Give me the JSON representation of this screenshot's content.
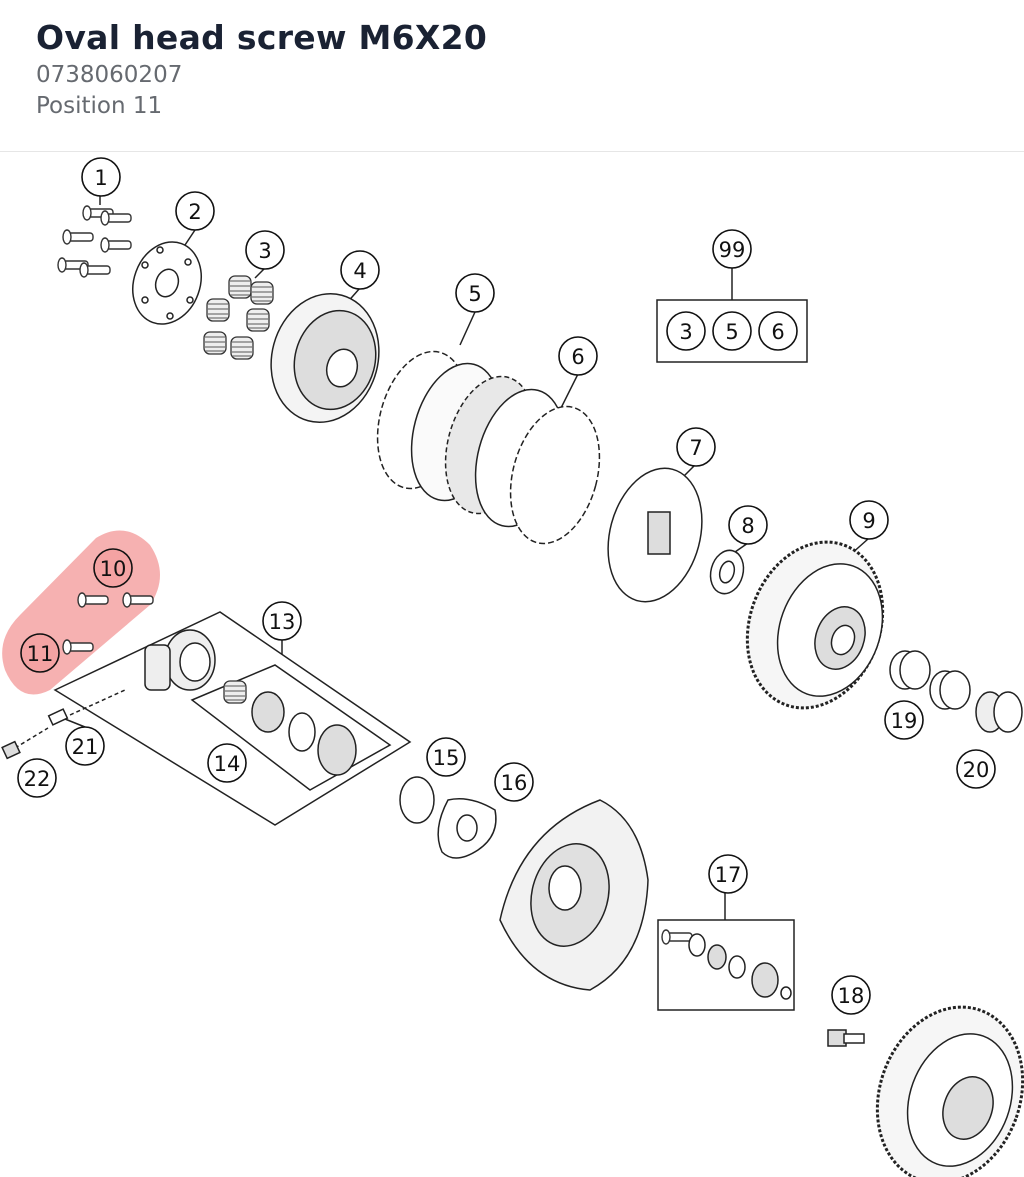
{
  "header": {
    "title": "Oval head screw M6X20",
    "part_number": "0738060207",
    "position": "Position 11"
  },
  "highlight_color": "#f4a3a3",
  "callouts": [
    {
      "id": "c1",
      "label": "1"
    },
    {
      "id": "c2",
      "label": "2"
    },
    {
      "id": "c3",
      "label": "3"
    },
    {
      "id": "c4",
      "label": "4"
    },
    {
      "id": "c5",
      "label": "5"
    },
    {
      "id": "c6",
      "label": "6"
    },
    {
      "id": "c7",
      "label": "7"
    },
    {
      "id": "c8",
      "label": "8"
    },
    {
      "id": "c9",
      "label": "9"
    },
    {
      "id": "c10",
      "label": "10",
      "highlighted": true
    },
    {
      "id": "c11",
      "label": "11",
      "highlighted": true
    },
    {
      "id": "c13",
      "label": "13"
    },
    {
      "id": "c14",
      "label": "14"
    },
    {
      "id": "c15",
      "label": "15"
    },
    {
      "id": "c16",
      "label": "16"
    },
    {
      "id": "c17",
      "label": "17"
    },
    {
      "id": "c18",
      "label": "18"
    },
    {
      "id": "c19",
      "label": "19"
    },
    {
      "id": "c20",
      "label": "20"
    },
    {
      "id": "c21",
      "label": "21"
    },
    {
      "id": "c22",
      "label": "22"
    },
    {
      "id": "c99",
      "label": "99"
    }
  ],
  "kit_99": [
    "3",
    "5",
    "6"
  ]
}
